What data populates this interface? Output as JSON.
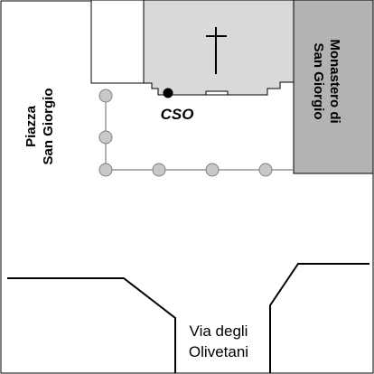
{
  "map": {
    "labels": {
      "piazza_line1": "Piazza",
      "piazza_line2": "San Giorgio",
      "monastero_line1": "Monastero di",
      "monastero_line2": "San Giorgio",
      "station": "CSO",
      "via_line1": "Via degli",
      "via_line2": "Olivetani"
    },
    "colors": {
      "background": "#ffffff",
      "outline": "#000000",
      "church_fill": "#d9d9d9",
      "monastery_fill": "#b3b3b3",
      "post_fill": "#c8c8c8",
      "post_stroke": "#808080",
      "fence_stroke": "#808080",
      "station_fill": "#000000"
    },
    "icons": {
      "church_symbol": "latin-cross-icon",
      "station_marker": "filled-circle-icon",
      "fence_posts": "circle-icon"
    }
  }
}
